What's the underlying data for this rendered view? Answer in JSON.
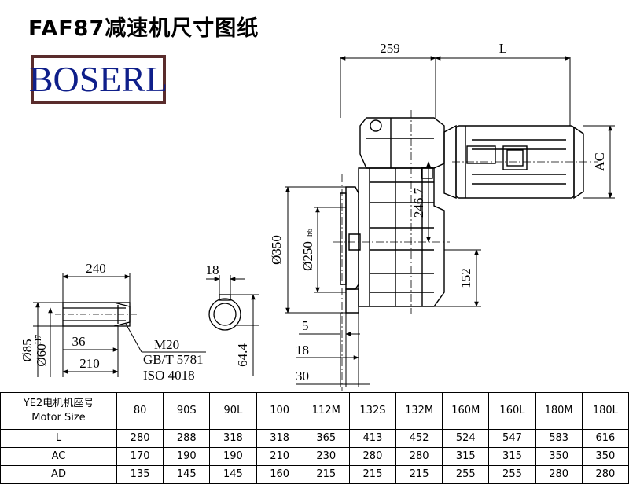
{
  "title": "FAF87减速机尺寸图纸",
  "logo_text": "BOSERL",
  "dimensions": {
    "d259": "259",
    "dL": "L",
    "dAC": "AC",
    "d246": "246.7",
    "d350": "Ø350",
    "d250": "Ø250",
    "d250_tol": "h6",
    "d152": "152",
    "d5": "5",
    "d18": "18",
    "d30": "30",
    "shaft_240": "240",
    "shaft_36": "36",
    "shaft_210": "210",
    "shaft_d85": "Ø85",
    "shaft_d60": "Ø60",
    "shaft_d60_tol": "H7",
    "key_18": "18",
    "key_64": "64.4",
    "note_m20": "M20",
    "note_gb": "GB/T 5781",
    "note_iso": "ISO 4018"
  },
  "table": {
    "header_label_line1": "YE2电机机座号",
    "header_label_line2": "Motor Size",
    "sizes": [
      "80",
      "90S",
      "90L",
      "100",
      "112M",
      "132S",
      "132M",
      "160M",
      "160L",
      "180M",
      "180L"
    ],
    "rows": [
      {
        "label": "L",
        "values": [
          "280",
          "288",
          "318",
          "318",
          "365",
          "413",
          "452",
          "524",
          "547",
          "583",
          "616"
        ]
      },
      {
        "label": "AC",
        "values": [
          "170",
          "190",
          "190",
          "210",
          "230",
          "280",
          "280",
          "315",
          "315",
          "350",
          "350"
        ]
      },
      {
        "label": "AD",
        "values": [
          "135",
          "145",
          "145",
          "160",
          "215",
          "215",
          "215",
          "255",
          "255",
          "280",
          "280"
        ]
      }
    ]
  }
}
